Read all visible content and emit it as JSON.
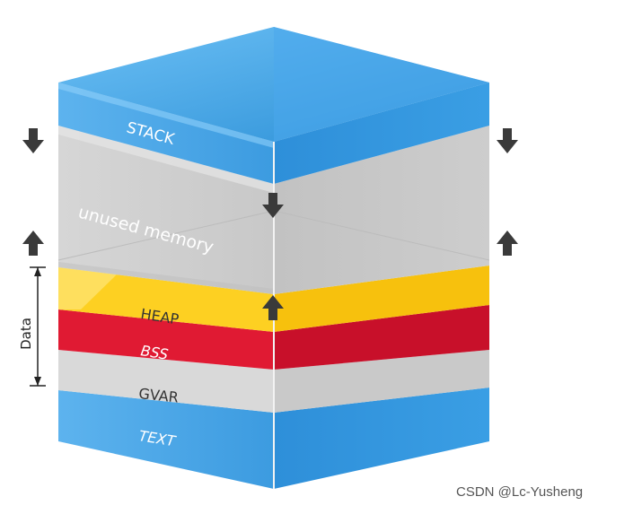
{
  "layers": {
    "stack": "STACK",
    "unused": "unused memory",
    "heap": "HEAP",
    "bss": "BSS",
    "gvar": "GVAR",
    "text": "TEXT"
  },
  "bracket_label": "Data",
  "watermark": "CSDN @Lc-Yusheng",
  "colors": {
    "stack": "#4aa3e3",
    "unused": "#cfcfcf",
    "heap": "#fbc81a",
    "bss": "#d6152e",
    "gvar": "#d2d2d2",
    "text": "#4aa3e3",
    "arrow": "#3a3a3a"
  },
  "icons": [
    "arrow-down-icon",
    "arrow-up-icon"
  ]
}
